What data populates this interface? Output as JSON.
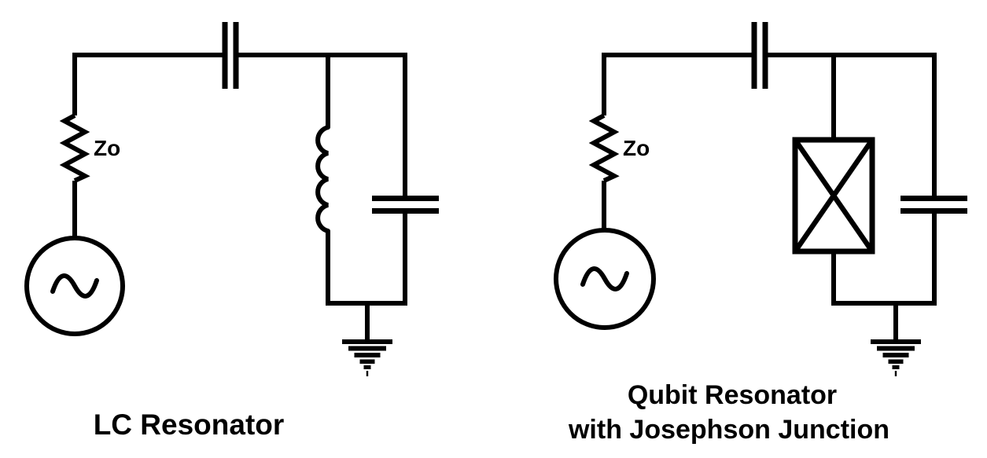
{
  "page": {
    "background_color": "#ffffff",
    "stroke_color": "#000000"
  },
  "lc_circuit": {
    "title": "LC Resonator",
    "impedance_label": "Zo",
    "components": [
      "ac-source",
      "source-impedance-resistor",
      "coupling-capacitor",
      "inductor",
      "shunt-capacitor",
      "ground"
    ]
  },
  "qubit_circuit": {
    "title_line1": "Qubit Resonator",
    "title_line2": "with Josephson Junction",
    "impedance_label": "Zo",
    "components": [
      "ac-source",
      "source-impedance-resistor",
      "coupling-capacitor",
      "josephson-junction",
      "shunt-capacitor",
      "ground"
    ]
  }
}
